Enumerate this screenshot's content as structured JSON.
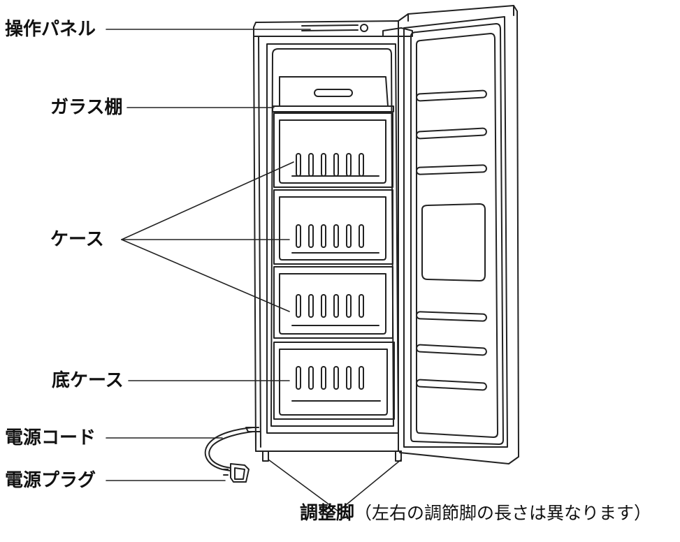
{
  "labels": {
    "control_panel": "操作パネル",
    "glass_shelf": "ガラス棚",
    "case": "ケース",
    "bottom_case": "底ケース",
    "power_cord": "電源コード",
    "power_plug": "電源プラグ",
    "adjuster_feet": "調整脚",
    "adjuster_note": "（左右の調節脚の長さは異なります）"
  },
  "colors": {
    "line": "#222222",
    "background": "#ffffff"
  }
}
